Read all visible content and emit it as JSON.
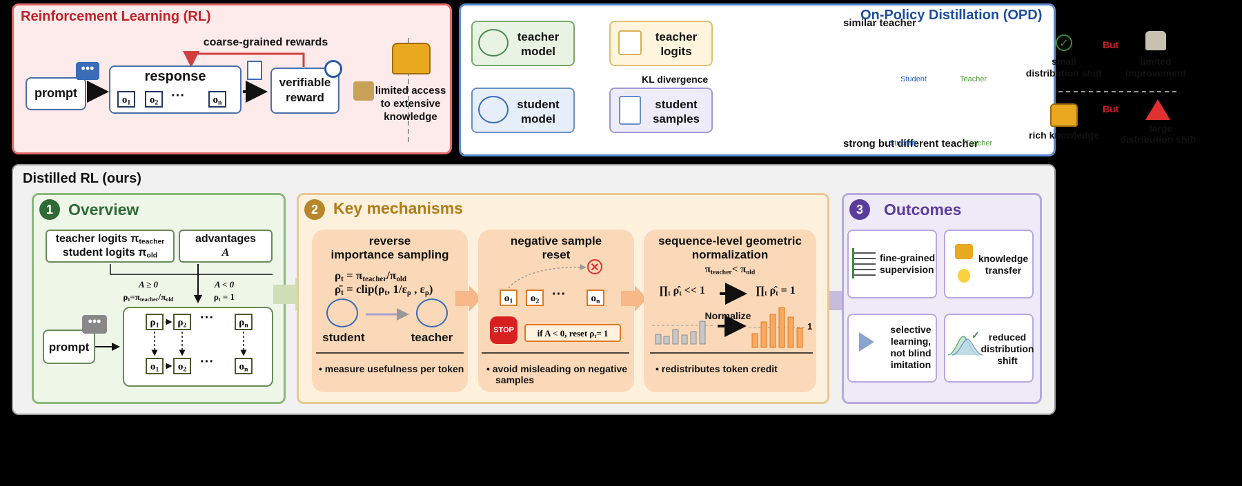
{
  "rl": {
    "title": "Reinforcement Learning (RL)",
    "prompt": "prompt",
    "response": "response",
    "coarse_rewards": "coarse-grained rewards",
    "verifiable": "verifiable",
    "reward": "reward",
    "limited1": "limited access",
    "limited2": "to  extensive",
    "limited3": "knowledge",
    "o1": "1",
    "o2": "2",
    "on": "n"
  },
  "opd": {
    "title": "On-Policy Distillation (OPD)",
    "teacher_model1": "teacher",
    "teacher_model2": "model",
    "student_model1": "student",
    "student_model2": "model",
    "teacher_logits1": "teacher",
    "teacher_logits2": "logits",
    "student_samples1": "student",
    "student_samples2": "samples",
    "kl": "KL divergence",
    "similar_teacher": "similar teacher",
    "strong_teacher": "strong but different teacher",
    "legend_student": "Student",
    "legend_teacher": "Teacher",
    "small1": "small",
    "small2": "distribution shift",
    "but": "But",
    "limited_imp1": "limited",
    "limited_imp2": "improvement",
    "rich": "rich knowledge",
    "large1": "large",
    "large2": "distribution shift"
  },
  "drl": {
    "title": "Distilled RL (ours)",
    "s1_num": "1",
    "s1_title": "Overview",
    "s2_num": "2",
    "s2_title": "Key mechanisms",
    "s3_num": "3",
    "s3_title": "Outcomes",
    "teacher_logits": "teacher logits π",
    "teacher_sub": "teacher",
    "student_logits": "student logits π",
    "student_sub": "old",
    "advantages": "advantages",
    "adv_sym": "A",
    "cond_left1": "A ≥ 0",
    "cond_left2": "ρ",
    "cond_right1": "A < 0",
    "cond_right2": "ρ",
    "prompt": "prompt",
    "rho": "ρ",
    "o": "o",
    "idx1": "1",
    "idx2": "2",
    "idxn": "n",
    "mech1_title1": "reverse",
    "mech1_title2": "importance sampling",
    "mech1_student": "student",
    "mech1_teacher": "teacher",
    "mech1_note": "• measure usefulness per token",
    "mech2_title1": "negative sample",
    "mech2_title2": "reset",
    "mech2_stop": "STOP",
    "mech2_reset": "if A < 0, reset ρ",
    "mech2_note1": "• avoid misleading on negative",
    "mech2_note2": "samples",
    "mech3_title1": "sequence-level geometric",
    "mech3_title2": "normalization",
    "mech3_normalize": "Normalize",
    "mech3_one": "1",
    "mech3_note": "• redistributes token credit",
    "out1": "fine-grained supervision",
    "out2": "knowledge transfer",
    "out3": "selective learning, not blind imitation",
    "out4": "reduced distribution shift"
  },
  "colors": {
    "rl_bg": "#fdeaea",
    "rl_border": "#e04f4f",
    "rl_title": "#c0202a",
    "opd_bg": "#ffffff",
    "opd_border": "#4a7ec8",
    "opd_title": "#1f4e9c",
    "drl_bg": "#f1f1f1",
    "green": "#3c7a3c",
    "orange": "#e08020",
    "purple": "#7a5cc0"
  }
}
